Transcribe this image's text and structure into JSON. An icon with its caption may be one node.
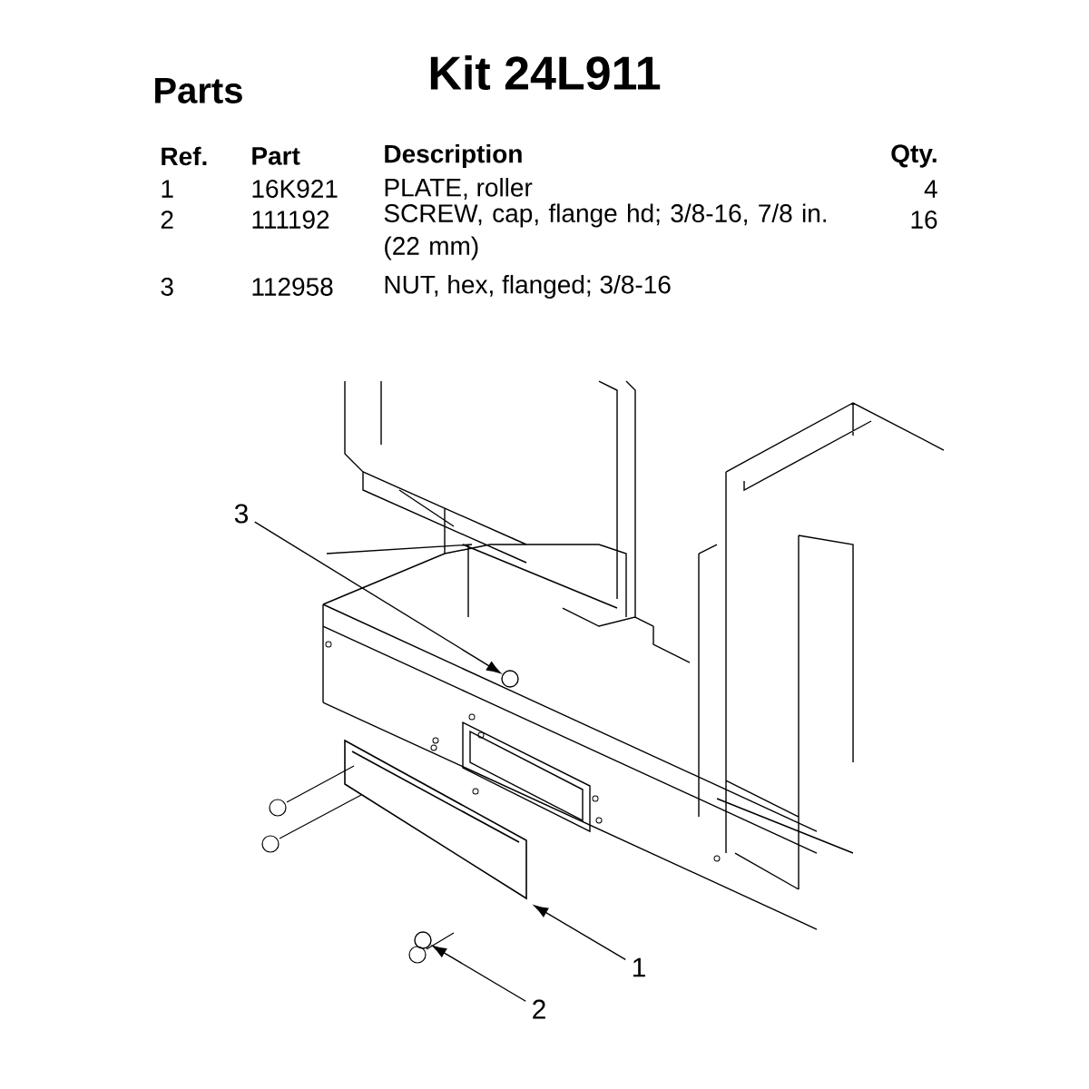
{
  "diagram": {
    "title": "Kit 24L911",
    "nodes": [
      {
        "text": [
          "3"
        ]
      },
      {
        "text": [],
        "shape": "circle"
      },
      {
        "text": [
          "1"
        ]
      },
      {
        "text": [],
        "shape": "box"
      },
      {
        "text": [
          "2"
        ]
      },
      {
        "text": [],
        "shape": "circle"
      }
    ],
    "edges": [
      {
        "from": 0,
        "to": 1,
        "arrow": "to"
      },
      {
        "from": 2,
        "to": 3,
        "arrow": "to"
      },
      {
        "from": 4,
        "to": 5,
        "arrow": "to"
      }
    ],
    "labels": [
      "Parts",
      "Ref.",
      "Part",
      "Description",
      "Qty.",
      "1",
      "16K921",
      "PLATE, roller",
      "4",
      "2",
      "111192",
      "SCREW, cap, flange hd; 3/8-16, 7/8 in. (22 mm)",
      "16",
      "3",
      "112958",
      "NUT, hex, flanged; 3/8-16"
    ]
  }
}
